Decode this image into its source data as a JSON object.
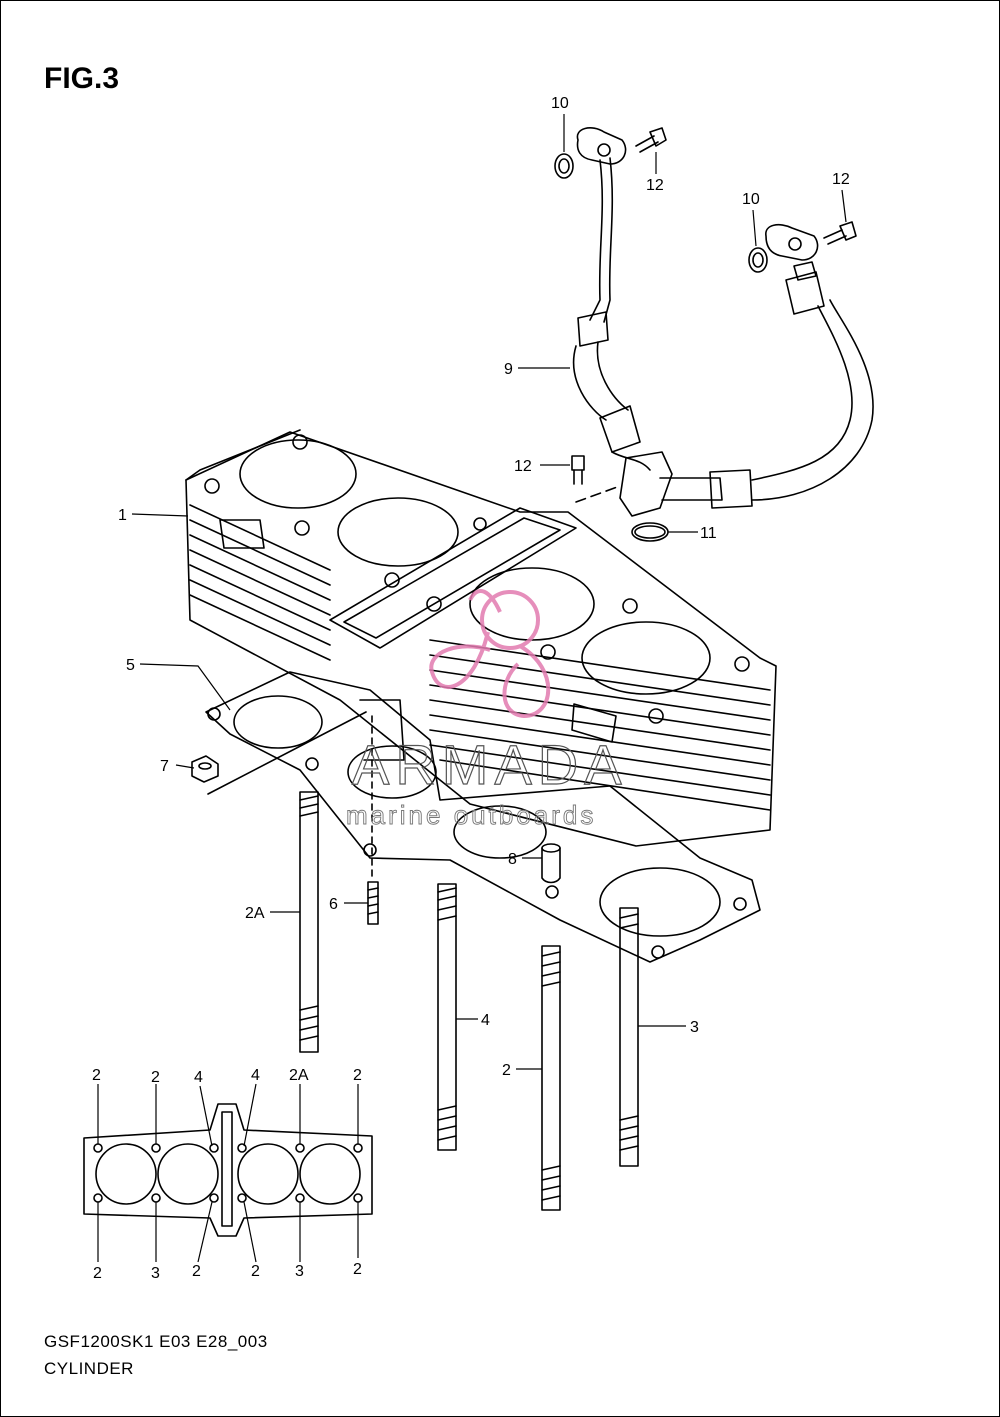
{
  "figure": {
    "title": "FIG.3"
  },
  "footer": {
    "code": "GSF1200SK1 E03 E28_003",
    "name": "CYLINDER"
  },
  "watermark": {
    "brand": "ARMADA",
    "tagline": "marine outboards",
    "logo_color": "#e27bb0"
  },
  "callouts": {
    "c1": "1",
    "c5": "5",
    "c7": "7",
    "c9": "9",
    "c10a": "10",
    "c10b": "10",
    "c11": "11",
    "c12a": "12",
    "c12b": "12",
    "c12c": "12",
    "c2A": "2A",
    "c6": "6",
    "c8": "8",
    "c4": "4",
    "c3": "3",
    "c2": "2"
  },
  "key_top": [
    "2",
    "2",
    "4",
    "4",
    "2A",
    "2"
  ],
  "key_bottom": [
    "2",
    "3",
    "2",
    "2",
    "3",
    "2"
  ]
}
